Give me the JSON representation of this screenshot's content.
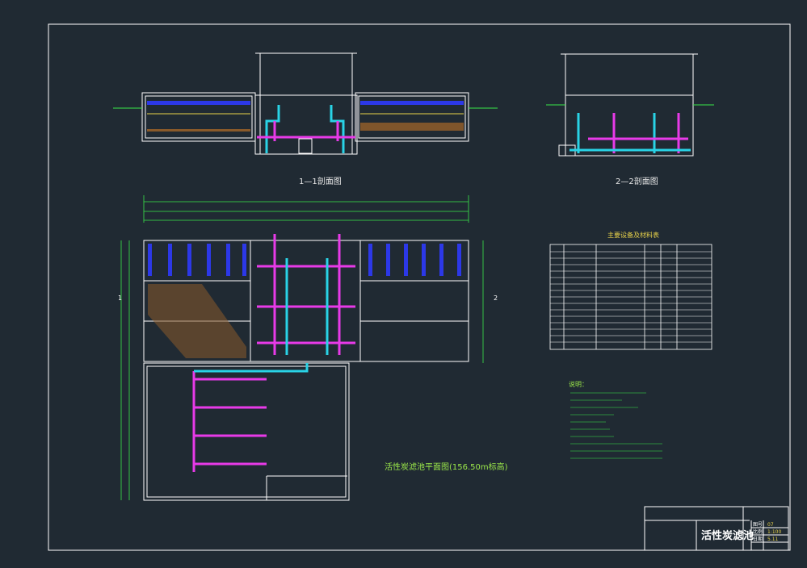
{
  "drawing": {
    "section_1_title": "1—1剖面图",
    "section_2_title": "2—2剖面图",
    "plan_title": "活性炭滤池平面图(156.50m标高)",
    "section_marker_1": "1",
    "section_marker_2": "2",
    "equipment_table": {
      "title": "主要设备及材料表"
    },
    "notes": {
      "heading": "说明："
    },
    "title_block": {
      "drawing_title": "活性炭滤池",
      "fields": [
        {
          "label": "图号",
          "value": "07"
        },
        {
          "label": "比例",
          "value": "1:100"
        },
        {
          "label": "日期",
          "value": "5.11"
        }
      ]
    },
    "colors": {
      "background": "#202a33",
      "structure": "#ffffff",
      "pipe_cyan": "#29d3e6",
      "pipe_magenta": "#e83ae8",
      "media_blue": "#2c38e8",
      "dimension_green": "#39e84a",
      "text_yellow": "#e8d24a",
      "gravel_brown": "#8a5a2a"
    }
  }
}
